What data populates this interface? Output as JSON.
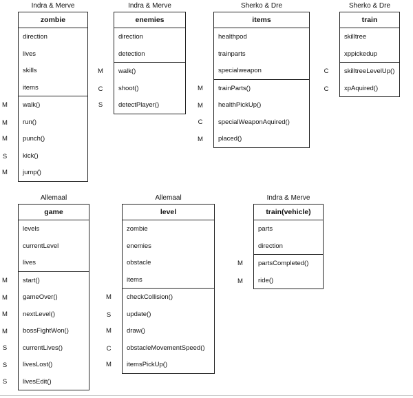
{
  "classes": [
    {
      "owner": "Indra & Merve",
      "name": "zombie",
      "attributes": [
        "direction",
        "lives",
        "skills",
        "items"
      ],
      "methods": [
        {
          "m": "M",
          "n": "walk()"
        },
        {
          "m": "M",
          "n": "run()"
        },
        {
          "m": "M",
          "n": "punch()"
        },
        {
          "m": "S",
          "n": "kick()"
        },
        {
          "m": "M",
          "n": "jump()"
        }
      ]
    },
    {
      "owner": "Indra & Merve",
      "name": "enemies",
      "attributes": [
        "direction",
        "detection"
      ],
      "methods": [
        {
          "m": "M",
          "n": "walk()"
        },
        {
          "m": "C",
          "n": "shoot()"
        },
        {
          "m": "S",
          "n": "detectPlayer()"
        }
      ]
    },
    {
      "owner": "Sherko & Dre",
      "name": "items",
      "attributes": [
        "healthpod",
        "trainparts",
        "specialweapon"
      ],
      "methods": [
        {
          "m": "M",
          "n": "trainParts()"
        },
        {
          "m": "M",
          "n": "healthPickUp()"
        },
        {
          "m": "C",
          "n": "specialWeaponAquired()"
        },
        {
          "m": "M",
          "n": "placed()"
        }
      ]
    },
    {
      "owner": "Sherko & Dre",
      "name": "train",
      "attributes": [
        "skilltree",
        "xppickedup"
      ],
      "methods": [
        {
          "m": "C",
          "n": "skilltreeLevelUp()"
        },
        {
          "m": "C",
          "n": "xpAquired()"
        }
      ]
    },
    {
      "owner": "Allemaal",
      "name": "game",
      "attributes": [
        "levels",
        "currentLevel",
        "lives"
      ],
      "methods": [
        {
          "m": "M",
          "n": "start()"
        },
        {
          "m": "M",
          "n": "gameOver()"
        },
        {
          "m": "M",
          "n": "nextLevel()"
        },
        {
          "m": "M",
          "n": "bossFightWon()"
        },
        {
          "m": "S",
          "n": "currentLives()"
        },
        {
          "m": "S",
          "n": "livesLost()"
        },
        {
          "m": "S",
          "n": "livesEdit()"
        }
      ]
    },
    {
      "owner": "Allemaal",
      "name": "level",
      "attributes": [
        "zombie",
        "enemies",
        "obstacle",
        "items"
      ],
      "methods": [
        {
          "m": "M",
          "n": "checkCollision()"
        },
        {
          "m": "S",
          "n": "update()"
        },
        {
          "m": "M",
          "n": "draw()"
        },
        {
          "m": "C",
          "n": "obstacleMovementSpeed()"
        },
        {
          "m": "M",
          "n": "itemsPickUp()"
        }
      ]
    },
    {
      "owner": "Indra & Merve",
      "name": "train(vehicle)",
      "attributes": [
        "parts",
        "direction"
      ],
      "methods": [
        {
          "m": "M",
          "n": "partsCompleted()"
        },
        {
          "m": "M",
          "n": "ride()"
        }
      ]
    }
  ]
}
